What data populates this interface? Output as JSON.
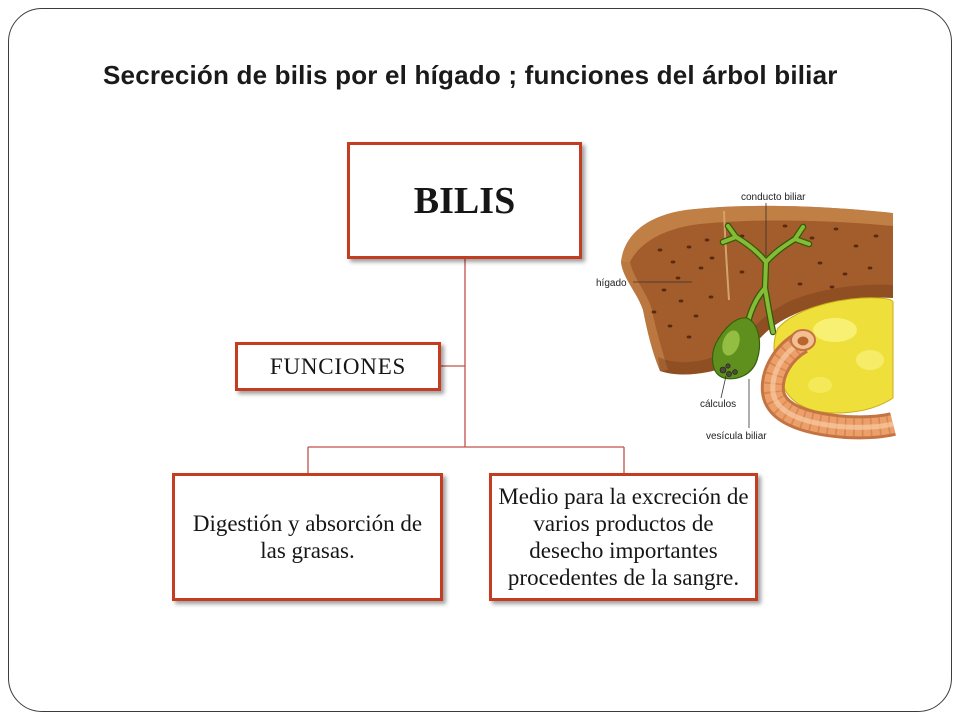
{
  "slide": {
    "title": "Secreción de bilis por el hígado ; funciones del árbol biliar"
  },
  "diagram": {
    "root": {
      "label": "BILIS"
    },
    "side": {
      "label": "FUNCIONES"
    },
    "children": [
      {
        "label": "Digestión y absorción de las grasas."
      },
      {
        "label": "Medio para la excreción de varios productos de desecho importantes procedentes de la sangre."
      }
    ]
  },
  "illustration": {
    "labels": {
      "bile_duct": "conducto biliar",
      "liver": "hígado",
      "stones": "cálculos",
      "gallbladder": "vesícula biliar"
    }
  },
  "colors": {
    "box_border": "#c43d20",
    "connector": "#c0504d",
    "title": "#1a1a1a"
  }
}
